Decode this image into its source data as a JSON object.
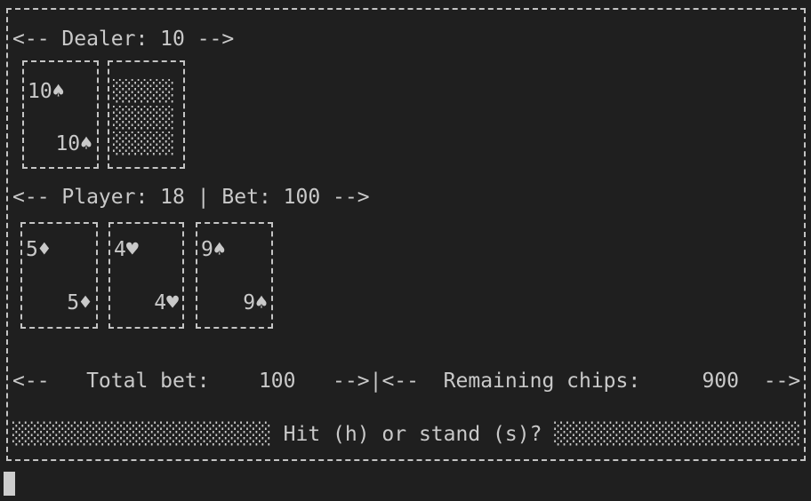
{
  "colors": {
    "background": "#1f1f1f",
    "foreground": "#c9c9c9",
    "border": "#c4c4c4",
    "cursor": "#cdcdcd"
  },
  "dealer": {
    "header": "<-- Dealer: 10 -->",
    "label": "Dealer",
    "score": "10",
    "upcard": {
      "rank": "10",
      "suit": "spade",
      "display": "10♠"
    },
    "hole_card_hidden": true
  },
  "player": {
    "header": "<-- Player: 18 | Bet: 100 -->",
    "label": "Player",
    "score": "18",
    "bet": "100",
    "cards": [
      {
        "rank": "5",
        "suit": "diamond",
        "display": "5♦"
      },
      {
        "rank": "4",
        "suit": "heart",
        "display": "4♥"
      },
      {
        "rank": "9",
        "suit": "spade",
        "display": "9♠"
      }
    ]
  },
  "card_back_fill": "░░░░░",
  "status_bar": {
    "left": "<--   Total bet:    100   -->",
    "divider": "|",
    "right": "<--  Remaining chips:     900  -->",
    "total_bet": "100",
    "remaining_chips": "900"
  },
  "prompt": {
    "shade_left": "░░░░░░░░░░░░░░░░░░░░░",
    "text": " Hit (h) or stand (s)? ",
    "shade_right": "░░░░░░░░░░░░░░░░░░░░"
  }
}
